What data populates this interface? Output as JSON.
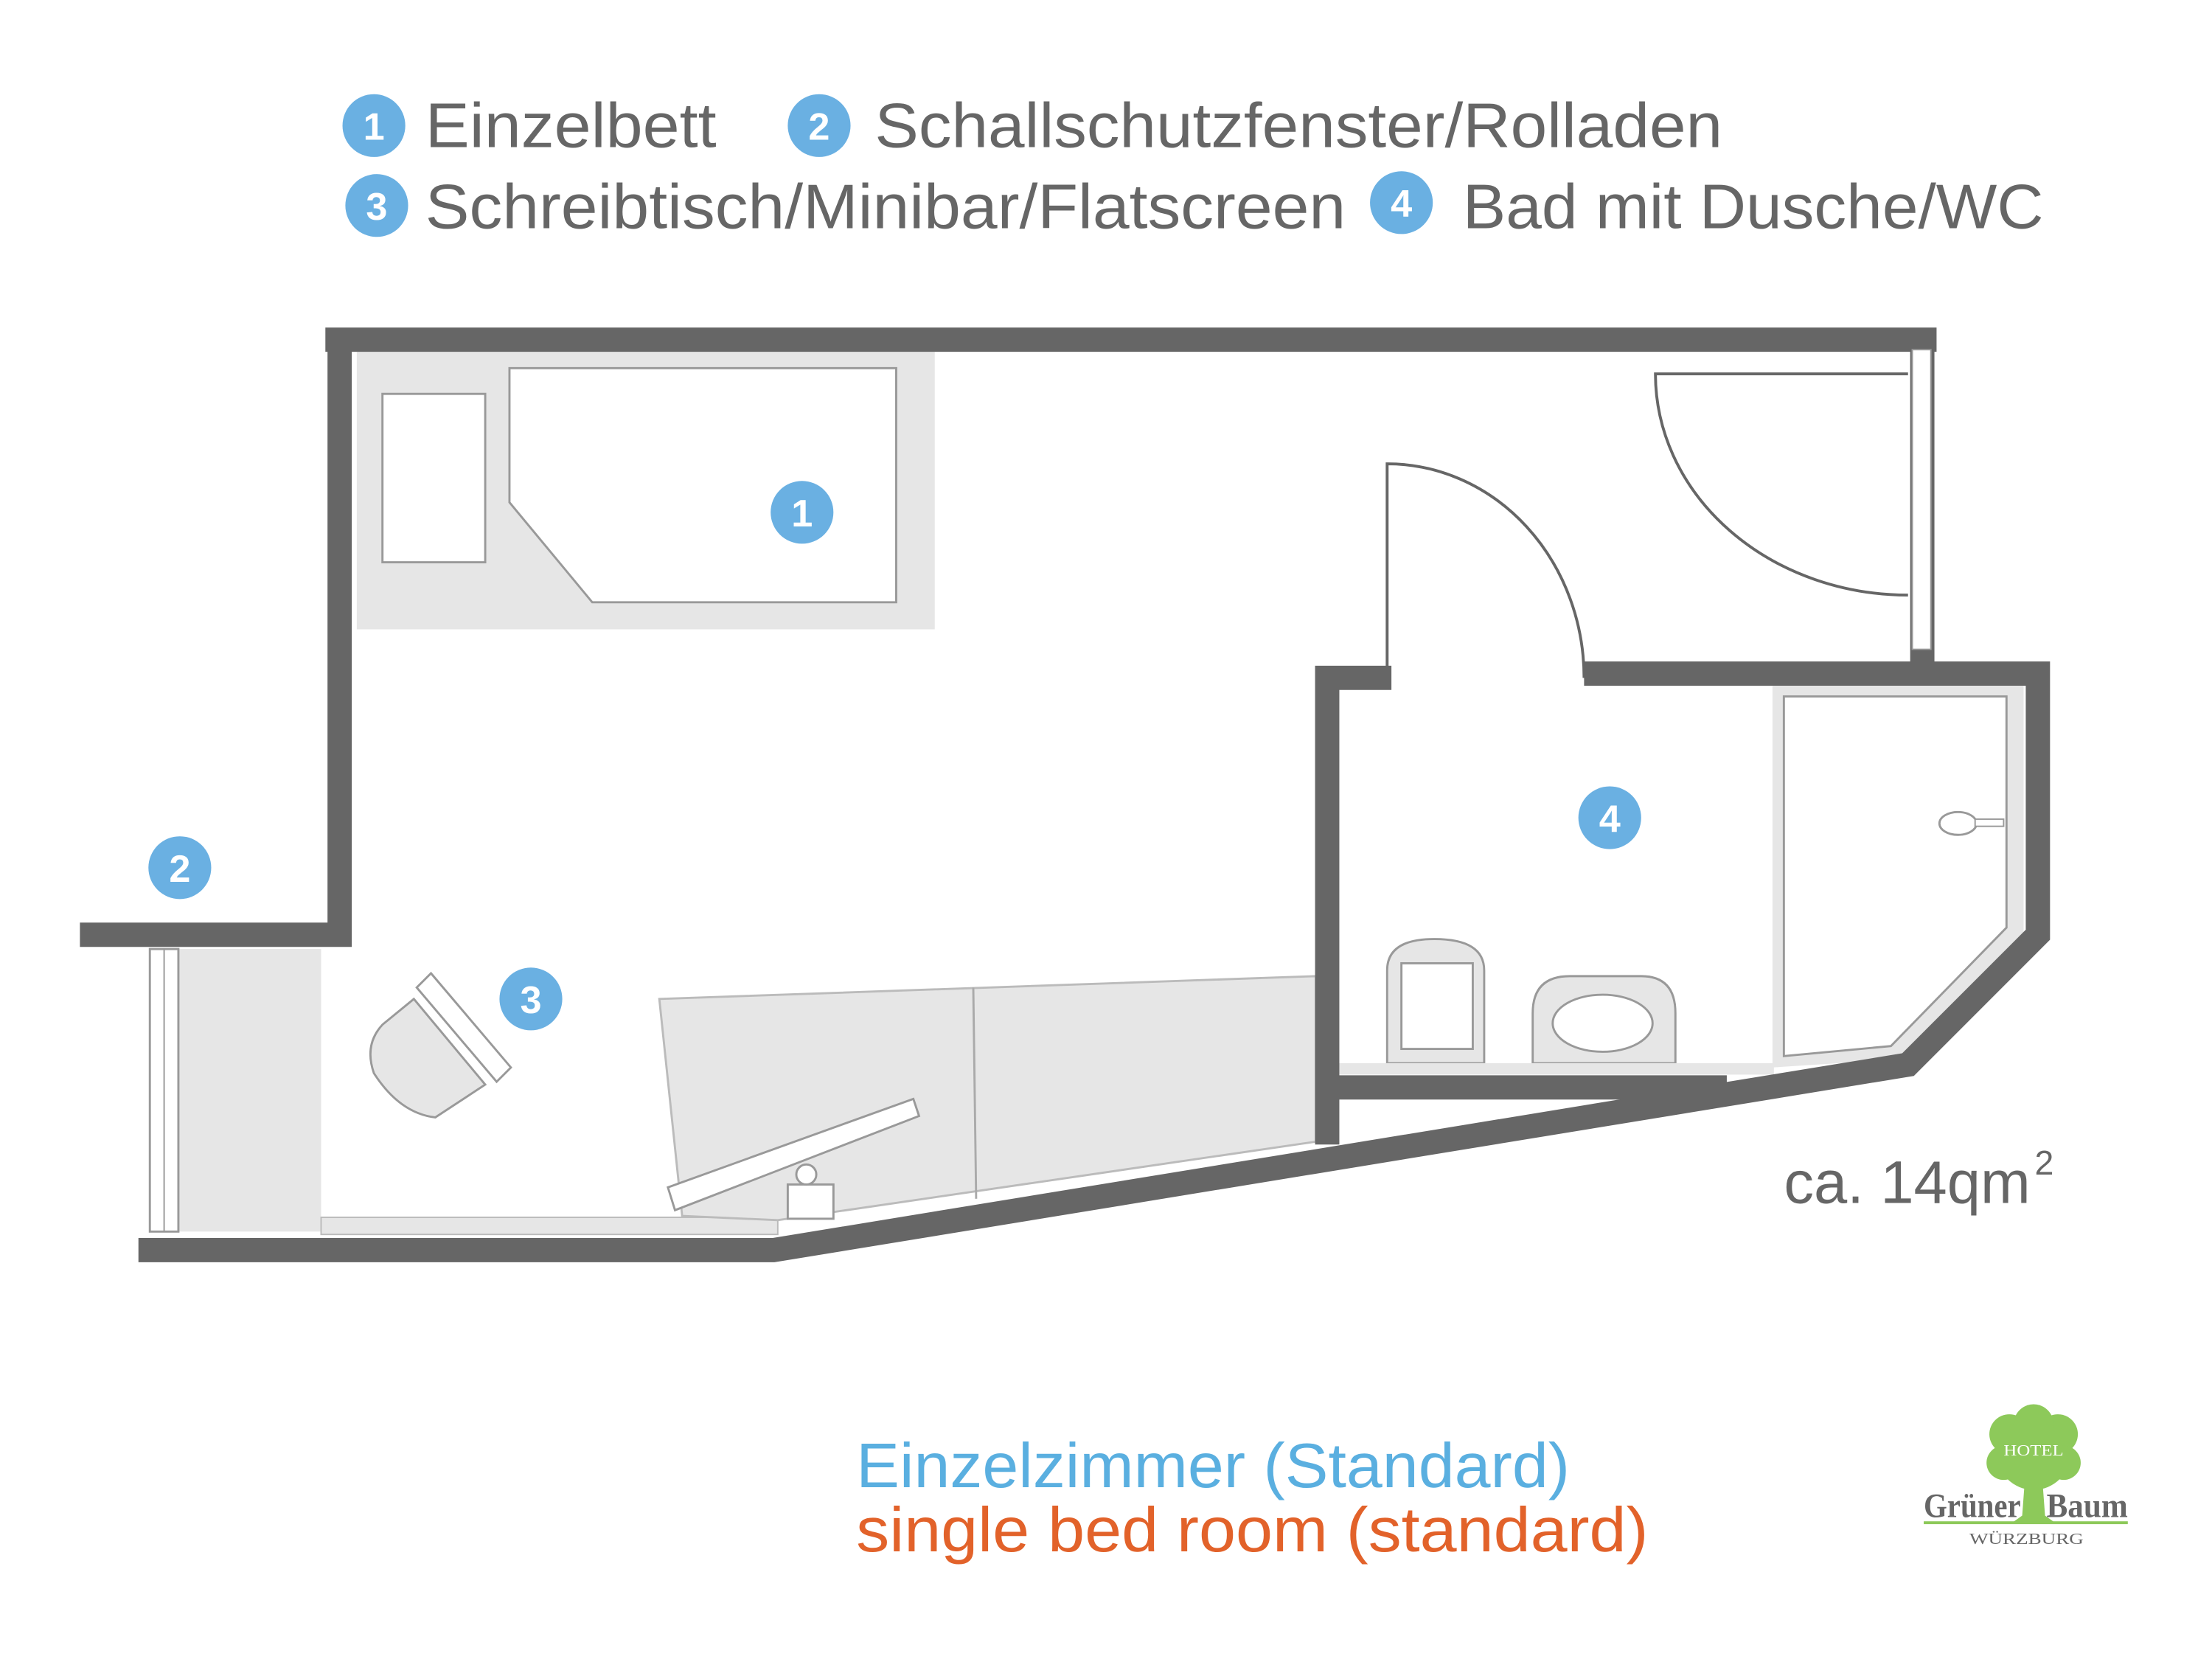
{
  "legend": [
    {
      "number": "1",
      "label": "Einzelbett"
    },
    {
      "number": "2",
      "label": "Schallschutzfenster/Rolladen"
    },
    {
      "number": "3",
      "label": "Schreibtisch/Minibar/Flatscreen"
    },
    {
      "number": "4",
      "label": "Bad mit Dusche/WC"
    }
  ],
  "plan": {
    "markers": [
      "1",
      "2",
      "3",
      "4"
    ],
    "area_label": "ca. 14qm",
    "area_superscript": "2"
  },
  "title": {
    "german": "Einzelzimmer (Standard)",
    "english": "single bed room (standard)"
  },
  "logo": {
    "top": "HOTEL",
    "name_left": "Grüner",
    "name_right": "Baum",
    "city": "WÜRZBURG"
  },
  "colors": {
    "marker": "#6ab0e2",
    "wall": "#666666",
    "furniture": "#e6e6e6",
    "title_de": "#5aafe0",
    "title_en": "#e2622a",
    "logo_green": "#8dc95a"
  }
}
